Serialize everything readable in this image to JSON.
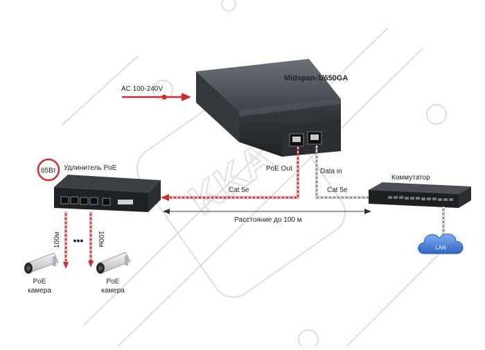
{
  "watermark": {
    "text": "KKA"
  },
  "labels": {
    "ac_input": "AC 100-240V",
    "device_name": "Midspan-1/650GA",
    "poe_out": "PoE Out",
    "data_in": "Data in",
    "cable_left": "Cat 5e",
    "cable_right": "Cat 5e",
    "distance": "Расстояние до 100 м",
    "extender": "Удлинитель PoE",
    "power_badge": "65Вт",
    "switch": "Коммутатор",
    "lan": "LAN",
    "length_left": "100м",
    "length_right": "100м",
    "camera_left_line1": "PoE",
    "camera_left_line2": "камера",
    "camera_right_line1": "PoE",
    "camera_right_line2": "камера",
    "ellipsis": "•••"
  },
  "colors": {
    "red": "#d42a2a",
    "device_dark": "#2e3236",
    "device_mid": "#4a4f55",
    "cloud_blue": "#3d78d8",
    "watermark": "#bdbdbd",
    "text": "#222222"
  }
}
